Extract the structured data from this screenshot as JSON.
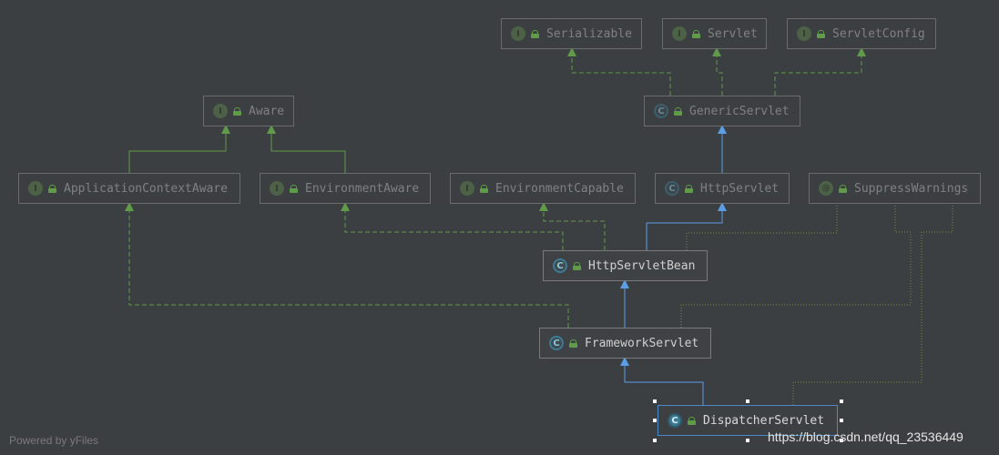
{
  "diagram": {
    "colors": {
      "background": "#3c3f41",
      "extends": "#5c9ee6",
      "implements": "#5f9b48",
      "annotation": "#7d8a3f"
    },
    "nodes": [
      {
        "id": "serializable",
        "label": "Serializable",
        "kind": "interface"
      },
      {
        "id": "servlet",
        "label": "Servlet",
        "kind": "interface"
      },
      {
        "id": "servlet-config",
        "label": "ServletConfig",
        "kind": "interface"
      },
      {
        "id": "aware",
        "label": "Aware",
        "kind": "interface"
      },
      {
        "id": "generic-servlet",
        "label": "GenericServlet",
        "kind": "abstract-class"
      },
      {
        "id": "application-context-aware",
        "label": "ApplicationContextAware",
        "kind": "interface"
      },
      {
        "id": "environment-aware",
        "label": "EnvironmentAware",
        "kind": "interface"
      },
      {
        "id": "environment-capable",
        "label": "EnvironmentCapable",
        "kind": "interface"
      },
      {
        "id": "http-servlet",
        "label": "HttpServlet",
        "kind": "abstract-class"
      },
      {
        "id": "suppress-warnings",
        "label": "SuppressWarnings",
        "kind": "annotation"
      },
      {
        "id": "http-servlet-bean",
        "label": "HttpServletBean",
        "kind": "abstract-class"
      },
      {
        "id": "framework-servlet",
        "label": "FrameworkServlet",
        "kind": "abstract-class"
      },
      {
        "id": "dispatcher-servlet",
        "label": "DispatcherServlet",
        "kind": "class"
      }
    ],
    "edges": [
      {
        "from": "generic-servlet",
        "to": "serializable",
        "type": "implements"
      },
      {
        "from": "generic-servlet",
        "to": "servlet",
        "type": "implements"
      },
      {
        "from": "generic-servlet",
        "to": "servlet-config",
        "type": "implements"
      },
      {
        "from": "application-context-aware",
        "to": "aware",
        "type": "extends-interface"
      },
      {
        "from": "environment-aware",
        "to": "aware",
        "type": "extends-interface"
      },
      {
        "from": "http-servlet",
        "to": "generic-servlet",
        "type": "extends"
      },
      {
        "from": "http-servlet-bean",
        "to": "http-servlet",
        "type": "extends"
      },
      {
        "from": "http-servlet-bean",
        "to": "environment-capable",
        "type": "implements"
      },
      {
        "from": "http-servlet-bean",
        "to": "environment-aware",
        "type": "implements"
      },
      {
        "from": "framework-servlet",
        "to": "http-servlet-bean",
        "type": "extends"
      },
      {
        "from": "framework-servlet",
        "to": "application-context-aware",
        "type": "implements"
      },
      {
        "from": "dispatcher-servlet",
        "to": "framework-servlet",
        "type": "extends"
      },
      {
        "from": "framework-servlet",
        "to": "suppress-warnings",
        "type": "annotated"
      },
      {
        "from": "http-servlet-bean",
        "to": "suppress-warnings",
        "type": "annotated"
      },
      {
        "from": "dispatcher-servlet",
        "to": "suppress-warnings",
        "type": "annotated"
      }
    ],
    "badges": {
      "interface": "I",
      "annotation": "@",
      "class": "C",
      "abstract-class": "C"
    }
  },
  "footer": {
    "powered_by": "Powered by yFiles"
  },
  "watermark": {
    "text": "https://blog.csdn.net/qq_23536449"
  }
}
